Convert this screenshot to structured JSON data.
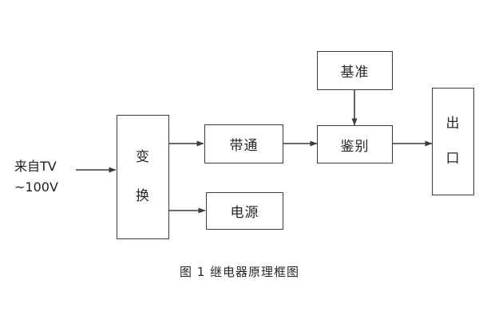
{
  "figure": {
    "caption": "图 1  继电器原理框图",
    "background_color": "#ffffff",
    "line_color": "#3c3c3c",
    "text_color": "#262626"
  },
  "input": {
    "line1": "来自TV",
    "line2": "~100V"
  },
  "blocks": {
    "converter": {
      "char1": "变",
      "char2": "换"
    },
    "bandpass": {
      "label": "带通"
    },
    "power": {
      "label": "电源"
    },
    "reference": {
      "label": "基准"
    },
    "discriminator": {
      "label": "鉴别"
    },
    "output": {
      "char1": "出",
      "char2": "口"
    }
  },
  "connections": [
    {
      "name": "input-to-converter",
      "from": "来自TV ~100V",
      "to": "变换"
    },
    {
      "name": "converter-to-bandpass",
      "from": "变换",
      "to": "带通"
    },
    {
      "name": "converter-to-power",
      "from": "变换",
      "to": "电源"
    },
    {
      "name": "bandpass-to-discriminator",
      "from": "带通",
      "to": "鉴别"
    },
    {
      "name": "reference-to-discriminator",
      "from": "基准",
      "to": "鉴别"
    },
    {
      "name": "discriminator-to-output",
      "from": "鉴别",
      "to": "出口"
    }
  ]
}
